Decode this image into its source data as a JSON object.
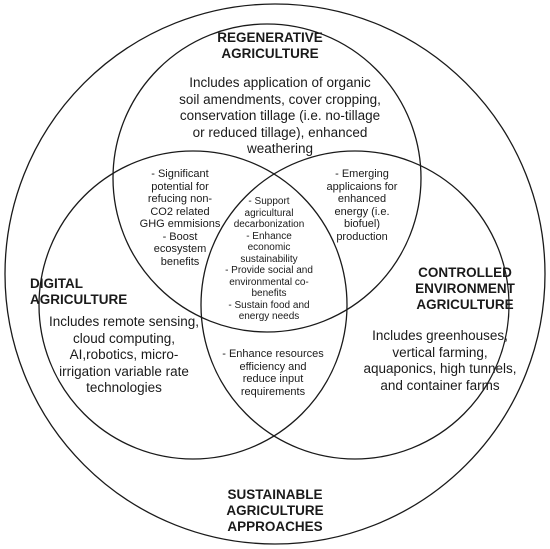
{
  "outer": {
    "title": "SUSTAINABLE\nAGRICULTURE\nAPPROACHES"
  },
  "regenerative": {
    "title": "REGENERATIVE\nAGRICULTURE",
    "description": "Includes application of organic\nsoil amendments, cover cropping,\nconservation tillage (i.e. no-tillage\nor reduced tillage), enhanced\nweathering"
  },
  "digital": {
    "title": "DIGITAL\nAGRICULTURE",
    "description": "Includes remote sensing,\ncloud computing,\nAI,robotics, micro-\nirrigation variable rate\ntechnologies"
  },
  "controlled": {
    "title": "CONTROLLED\nENVIRONMENT\nAGRICULTURE",
    "description": "Includes greenhouses,\nvertical farming,\naquaponics, high tunnels,\nand container farms"
  },
  "overlaps": {
    "regen_digital": "- Significant\npotential for\nrefucing non-\nCO2 related\nGHG emmisions\n- Boost\necosystem\nbenefits",
    "regen_controlled": "- Emerging\napplicaions for\nenhanced\nenergy (i.e.\nbiofuel)\nproduction",
    "digital_controlled": "- Enhance resources\nefficiency and\nreduce input\nrequirements",
    "center": "- Support\nagricultural\ndecarbonization\n- Enhance\neconomic\nsustainability\n- Provide social and\nenvironmental co-\nbenefits\n- Sustain food and\nenergy needs"
  },
  "colors": {
    "line": "#1a1a1a",
    "text": "#1a1a1a",
    "background": "#ffffff"
  }
}
